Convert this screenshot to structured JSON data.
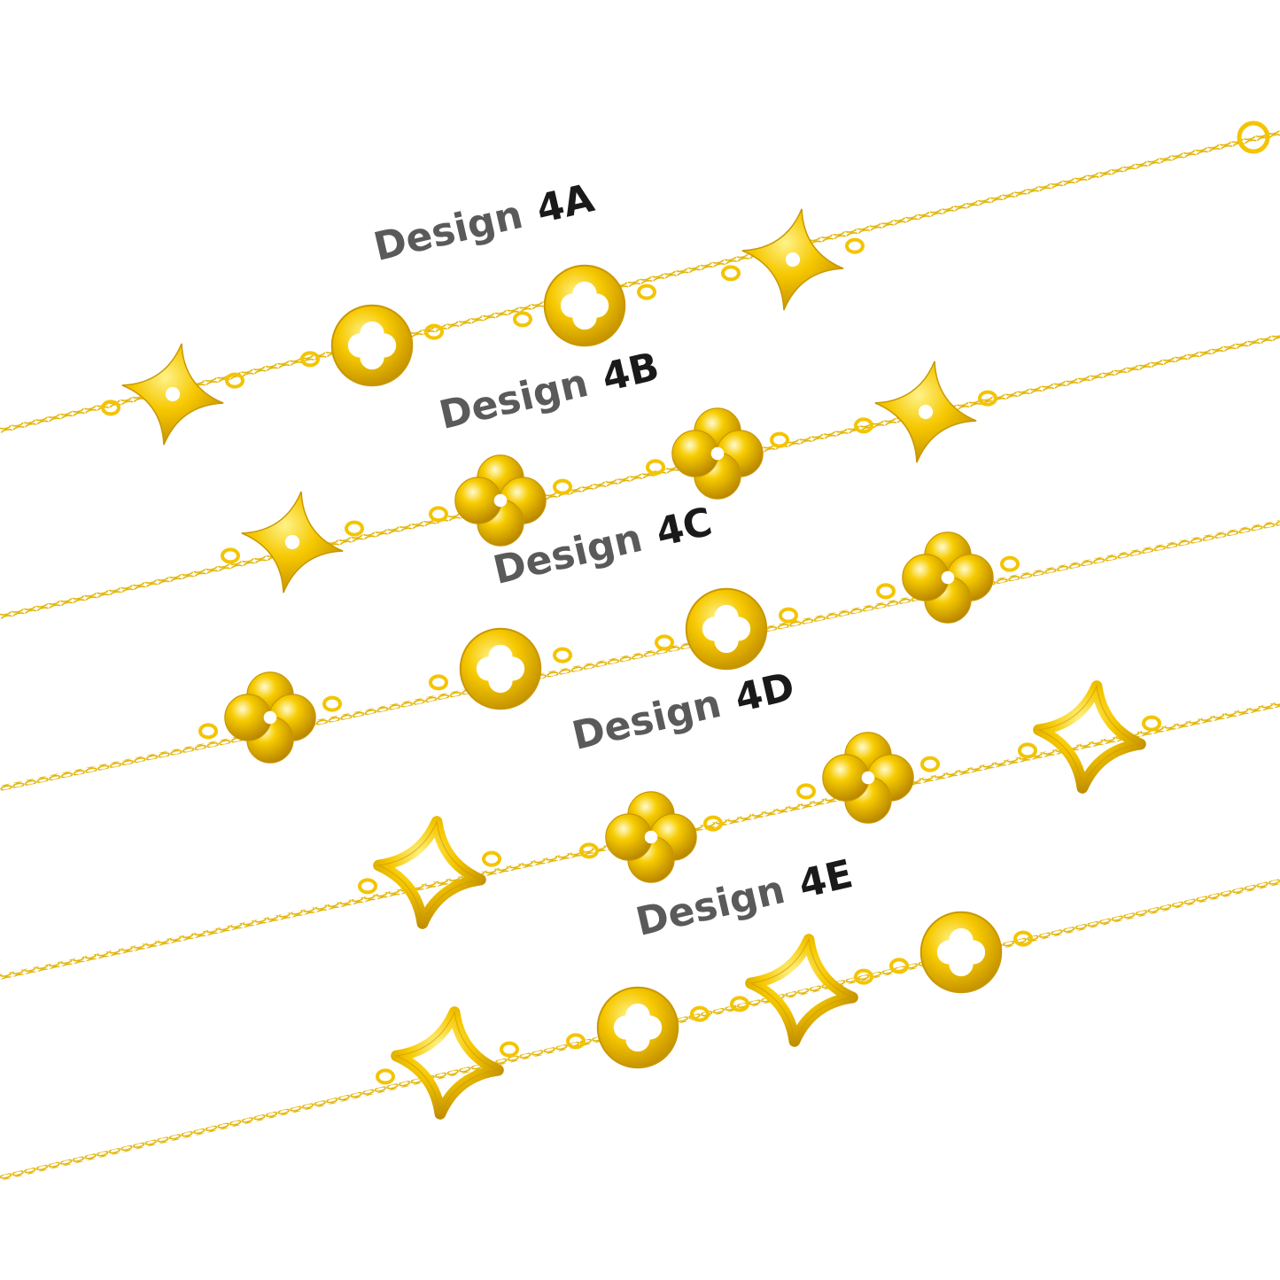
{
  "bracelets": [
    {
      "label_word": "Design",
      "label_code": "4A",
      "charms": [
        "star",
        "clover",
        "clover",
        "star"
      ]
    },
    {
      "label_word": "Design",
      "label_code": "4B",
      "charms": [
        "star",
        "flower",
        "flower",
        "star"
      ]
    },
    {
      "label_word": "Design",
      "label_code": "4C",
      "charms": [
        "flower",
        "clover",
        "clover",
        "flower"
      ]
    },
    {
      "label_word": "Design",
      "label_code": "4D",
      "charms": [
        "open-star",
        "flower",
        "flower",
        "open-star"
      ]
    },
    {
      "label_word": "Design",
      "label_code": "4E",
      "charms": [
        "open-star",
        "clover",
        "open-star",
        "clover"
      ]
    }
  ],
  "colors": {
    "gold": "#f4c400",
    "gold_dark": "#c99700",
    "gold_light": "#fff27a",
    "chain": "#e6b800",
    "label_word": "#5a5a5a",
    "label_code": "#1a1a1a",
    "background": "#ffffff"
  }
}
